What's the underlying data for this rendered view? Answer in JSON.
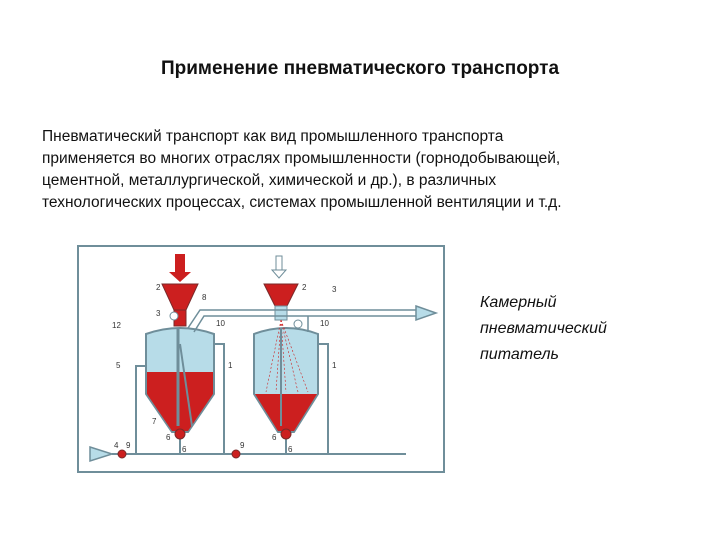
{
  "title": "Применение пневматического транспорта",
  "paragraph": {
    "lines": [
      "Пневматический транспорт как вид промышленного транспорта",
      "применяется во многих отраслях промышленности (горнодобывающей,",
      "цементной, металлургической, химической и др.), в различных",
      "технологических процессах, системах промышленной вентиляции и т.д."
    ]
  },
  "diagram": {
    "labels": [
      "2",
      "8",
      "3",
      "10",
      "12",
      "5",
      "1",
      "7",
      "4",
      "6",
      "10",
      "9",
      "6",
      "3",
      "2",
      "1",
      "6",
      "6",
      "9"
    ]
  },
  "caption": {
    "lines": [
      "Камерный",
      "пневматический",
      "питатель"
    ]
  },
  "colors": {
    "material": "#cc1f1f",
    "vessel": "#b7dce8",
    "frame": "#6f8e9a",
    "pipe": "#9fc5d4"
  }
}
